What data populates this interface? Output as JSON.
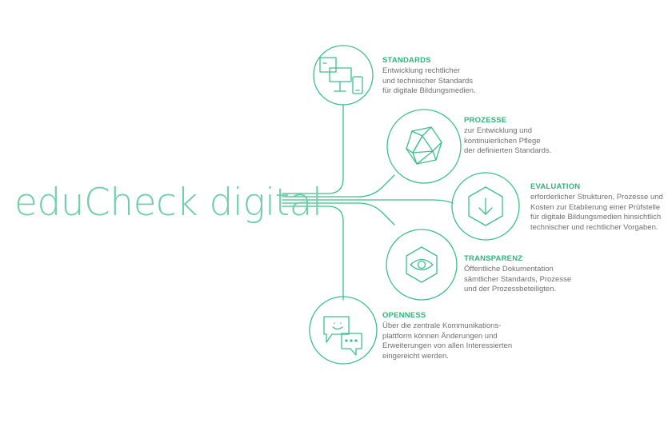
{
  "title": "eduCheck digital",
  "accent_color": "#3dbf8a",
  "heading_color": "#2fb47c",
  "text_color": "#6f6f6f",
  "items": [
    {
      "key": "standards",
      "icon": "devices-icon",
      "heading": "STANDARDS",
      "lines": [
        "Entwicklung rechtlicher",
        "und technischer Standards",
        "für digitale Bildungsmedien."
      ]
    },
    {
      "key": "prozesse",
      "icon": "polyhedron-icon",
      "heading": "PROZESSE",
      "lines": [
        "zur Entwicklung und",
        "kontinuierlichen Pflege",
        "der definierten Standards."
      ]
    },
    {
      "key": "evaluation",
      "icon": "hexagon-download-icon",
      "heading": "EVALUATION",
      "lines": [
        "erforderlicher Strukturen, Prozesse und",
        "Kosten zur Etablierung einer Prüfstelle",
        "für digitale Bildungsmedien hinsichtlich",
        "technischer und rechtlicher Vorgaben."
      ]
    },
    {
      "key": "transparenz",
      "icon": "hexagon-eye-icon",
      "heading": "TRANSPARENZ",
      "lines": [
        "Öffentliche Dokumentation",
        "sämtlicher Standards, Prozesse",
        "und der Prozessbeteiligten."
      ]
    },
    {
      "key": "openness",
      "icon": "chat-bubbles-icon",
      "heading": "OPENNESS",
      "lines": [
        "Über die zentrale Kommunikations-",
        "plattform können Änderungen und",
        "Erweiterungen von allen Interessierten",
        "eingereicht werden."
      ]
    }
  ]
}
